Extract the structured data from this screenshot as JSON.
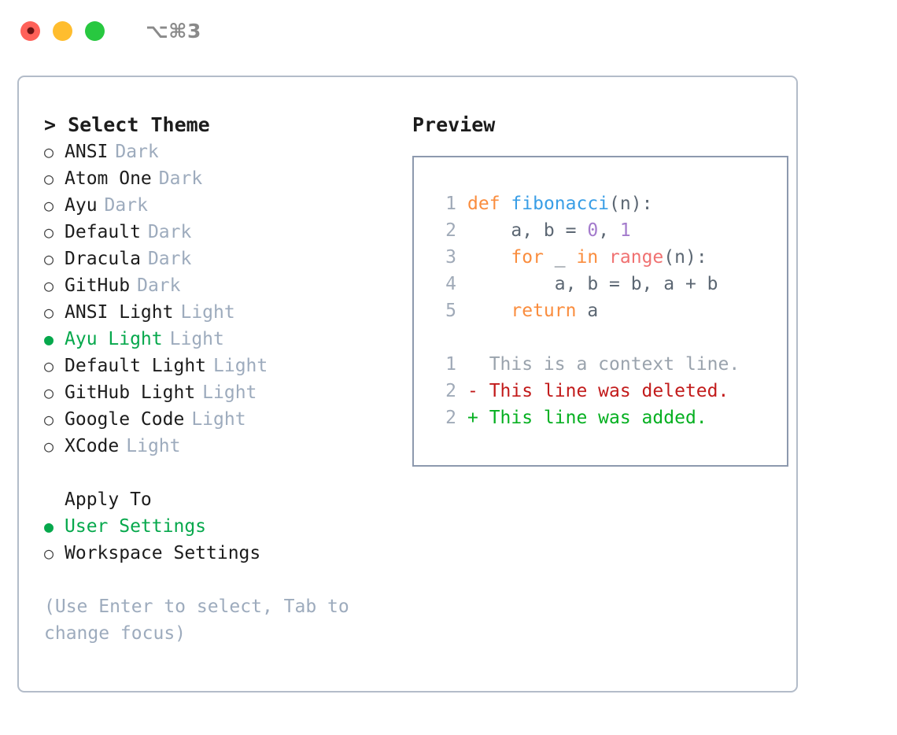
{
  "titlebar": {
    "shortcut": "⌥⌘3",
    "buttons": [
      {
        "name": "close",
        "color": "#ff6159"
      },
      {
        "name": "minimize",
        "color": "#ffbd2e"
      },
      {
        "name": "maximize",
        "color": "#28c840"
      }
    ]
  },
  "theme_section": {
    "heading": "> Select Theme",
    "options": [
      {
        "bullet": "○",
        "label": "ANSI",
        "suffix": "Dark",
        "selected": false
      },
      {
        "bullet": "○",
        "label": "Atom One",
        "suffix": "Dark",
        "selected": false
      },
      {
        "bullet": "○",
        "label": "Ayu",
        "suffix": "Dark",
        "selected": false
      },
      {
        "bullet": "○",
        "label": "Default",
        "suffix": "Dark",
        "selected": false
      },
      {
        "bullet": "○",
        "label": "Dracula",
        "suffix": "Dark",
        "selected": false
      },
      {
        "bullet": "○",
        "label": "GitHub",
        "suffix": "Dark",
        "selected": false
      },
      {
        "bullet": "○",
        "label": "ANSI Light",
        "suffix": "Light",
        "selected": false
      },
      {
        "bullet": "●",
        "label": "Ayu Light",
        "suffix": "Light",
        "selected": true
      },
      {
        "bullet": "○",
        "label": "Default Light",
        "suffix": "Light",
        "selected": false
      },
      {
        "bullet": "○",
        "label": "GitHub Light",
        "suffix": "Light",
        "selected": false
      },
      {
        "bullet": "○",
        "label": "Google Code",
        "suffix": "Light",
        "selected": false
      },
      {
        "bullet": "○",
        "label": "XCode",
        "suffix": "Light",
        "selected": false
      }
    ]
  },
  "apply_section": {
    "heading": "Apply To",
    "options": [
      {
        "bullet": "●",
        "label": "User Settings",
        "selected": true
      },
      {
        "bullet": "○",
        "label": "Workspace Settings",
        "selected": false
      }
    ]
  },
  "hint": "(Use Enter to select, Tab to change focus)",
  "preview": {
    "heading": "Preview",
    "code_lines": [
      {
        "lineno": "1",
        "tokens": [
          {
            "t": "def",
            "c": "kw"
          },
          {
            "t": " ",
            "c": "plain"
          },
          {
            "t": "fibonacci",
            "c": "fn"
          },
          {
            "t": "(n):",
            "c": "punct"
          }
        ]
      },
      {
        "lineno": "2",
        "tokens": [
          {
            "t": "    a, b = ",
            "c": "plain"
          },
          {
            "t": "0",
            "c": "num"
          },
          {
            "t": ", ",
            "c": "plain"
          },
          {
            "t": "1",
            "c": "num"
          }
        ]
      },
      {
        "lineno": "3",
        "tokens": [
          {
            "t": "    ",
            "c": "plain"
          },
          {
            "t": "for",
            "c": "kw"
          },
          {
            "t": " _ ",
            "c": "plain"
          },
          {
            "t": "in",
            "c": "kw"
          },
          {
            "t": " ",
            "c": "plain"
          },
          {
            "t": "range",
            "c": "call"
          },
          {
            "t": "(n):",
            "c": "punct"
          }
        ]
      },
      {
        "lineno": "4",
        "tokens": [
          {
            "t": "        a, b = b, a + b",
            "c": "plain"
          }
        ]
      },
      {
        "lineno": "5",
        "tokens": [
          {
            "t": "    ",
            "c": "plain"
          },
          {
            "t": "return",
            "c": "kw"
          },
          {
            "t": " a",
            "c": "plain"
          }
        ]
      }
    ],
    "diff_lines": [
      {
        "lineno": "1",
        "text": "  This is a context line.",
        "kind": "ctx"
      },
      {
        "lineno": "2",
        "text": "- This line was deleted.",
        "kind": "del"
      },
      {
        "lineno": "2",
        "text": "+ This line was added.",
        "kind": "add"
      }
    ]
  },
  "colors": {
    "accent_green": "#06a84c",
    "muted": "#9dabbd",
    "panel_border": "#b3bcc9",
    "preview_border": "#8d99ae",
    "kw": "#fa8d3e",
    "fn": "#399ee6",
    "num": "#a37acc",
    "call": "#f07171",
    "diff_del": "#c21b1b",
    "diff_add": "#06b021"
  }
}
